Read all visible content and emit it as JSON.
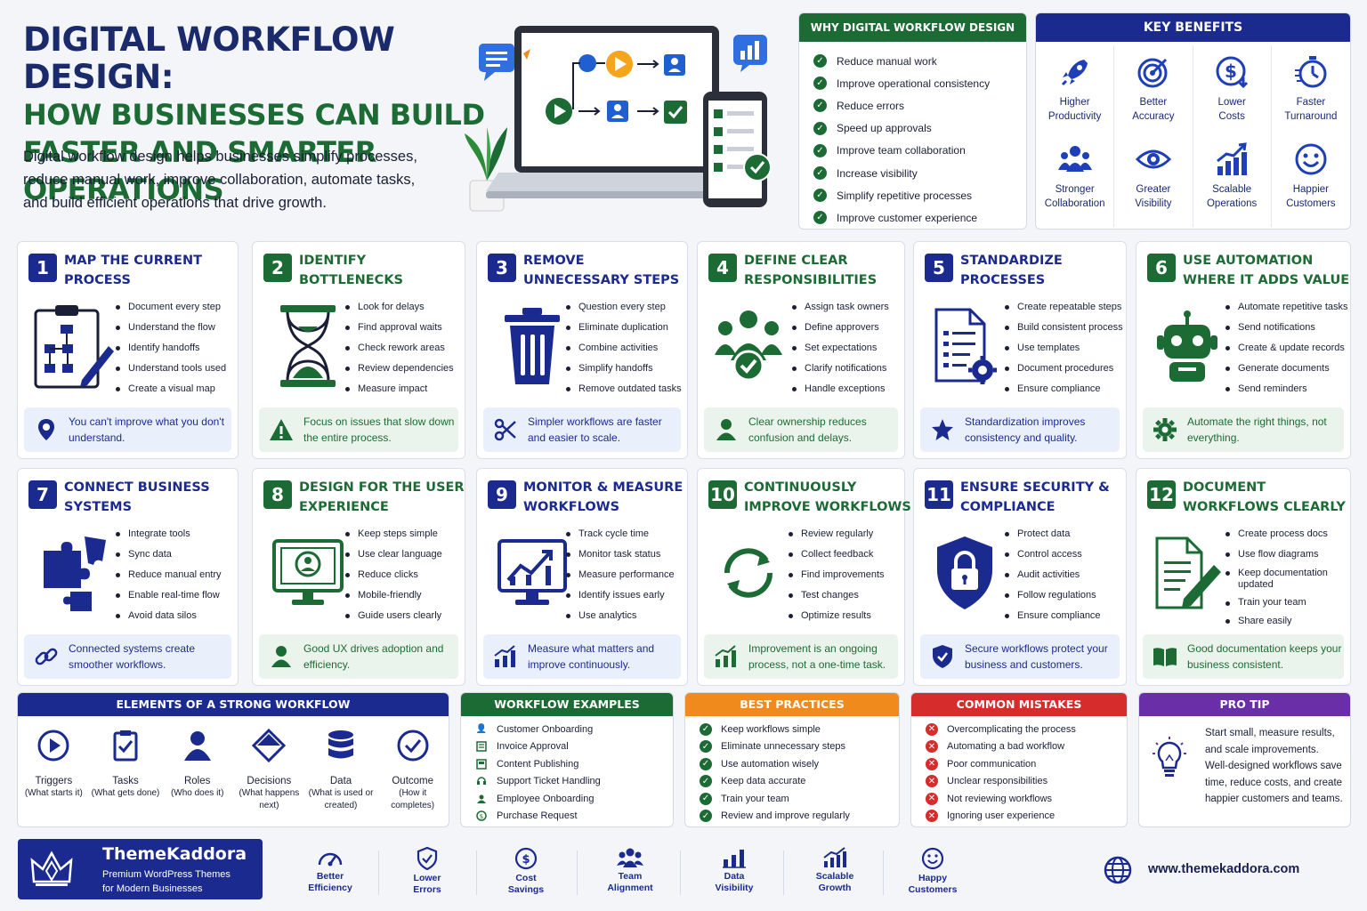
{
  "hero": {
    "title_l1": "DIGITAL WORKFLOW DESIGN:",
    "title_l2": "HOW BUSINESSES CAN BUILD",
    "title_l3": "FASTER AND SMARTER OPERATIONS",
    "description": "Digital workflow design helps businesses simplify processes, reduce manual work, improve collaboration, automate tasks, and build efficient operations that drive growth."
  },
  "why": {
    "title": "WHY DIGITAL WORKFLOW DESIGN MATTERS",
    "items": [
      "Reduce manual work",
      "Improve operational consistency",
      "Reduce errors",
      "Speed up approvals",
      "Improve team collaboration",
      "Increase visibility",
      "Simplify repetitive processes",
      "Improve customer experience"
    ]
  },
  "benefits": {
    "title": "KEY BENEFITS",
    "items": [
      {
        "l1": "Higher",
        "l2": "Productivity",
        "icon": "rocket-icon"
      },
      {
        "l1": "Better",
        "l2": "Accuracy",
        "icon": "target-icon"
      },
      {
        "l1": "Lower",
        "l2": "Costs",
        "icon": "dollar-icon"
      },
      {
        "l1": "Faster",
        "l2": "Turnaround",
        "icon": "stopwatch-icon"
      },
      {
        "l1": "Stronger",
        "l2": "Collaboration",
        "icon": "team-icon"
      },
      {
        "l1": "Greater",
        "l2": "Visibility",
        "icon": "eye-icon"
      },
      {
        "l1": "Scalable",
        "l2": "Operations",
        "icon": "growth-chart-icon"
      },
      {
        "l1": "Happier",
        "l2": "Customers",
        "icon": "smiley-icon"
      }
    ]
  },
  "steps": [
    {
      "num": "1",
      "title": "MAP THE CURRENT PROCESS",
      "items": [
        "Document every step",
        "Understand the flow",
        "Identify handoffs",
        "Understand tools used",
        "Create a visual map"
      ],
      "tip": "You can't improve what you don't understand."
    },
    {
      "num": "2",
      "title": "IDENTIFY BOTTLENECKS",
      "items": [
        "Look for delays",
        "Find approval waits",
        "Check rework areas",
        "Review dependencies",
        "Measure impact"
      ],
      "tip": "Focus on issues that slow down the entire process."
    },
    {
      "num": "3",
      "title": "REMOVE UNNECESSARY STEPS",
      "items": [
        "Question every step",
        "Eliminate duplication",
        "Combine activities",
        "Simplify handoffs",
        "Remove outdated tasks"
      ],
      "tip": "Simpler workflows are faster and easier to scale."
    },
    {
      "num": "4",
      "title": "DEFINE CLEAR RESPONSIBILITIES",
      "items": [
        "Assign task owners",
        "Define approvers",
        "Set expectations",
        "Clarify notifications",
        "Handle exceptions"
      ],
      "tip": "Clear ownership reduces confusion and delays."
    },
    {
      "num": "5",
      "title": "STANDARDIZE PROCESSES",
      "items": [
        "Create repeatable steps",
        "Build consistent process",
        "Use templates",
        "Document procedures",
        "Ensure compliance"
      ],
      "tip": "Standardization improves consistency and quality."
    },
    {
      "num": "6",
      "title": "USE AUTOMATION WHERE IT ADDS VALUE",
      "items": [
        "Automate repetitive tasks",
        "Send notifications",
        "Create & update records",
        "Generate documents",
        "Send reminders"
      ],
      "tip": "Automate the right things, not everything."
    },
    {
      "num": "7",
      "title": "CONNECT BUSINESS SYSTEMS",
      "items": [
        "Integrate tools",
        "Sync data",
        "Reduce manual entry",
        "Enable real-time flow",
        "Avoid data silos"
      ],
      "tip": "Connected systems create smoother workflows."
    },
    {
      "num": "8",
      "title": "DESIGN FOR THE USER EXPERIENCE",
      "items": [
        "Keep steps simple",
        "Use clear language",
        "Reduce clicks",
        "Mobile-friendly",
        "Guide users clearly"
      ],
      "tip": "Good UX drives adoption and efficiency."
    },
    {
      "num": "9",
      "title": "MONITOR & MEASURE WORKFLOWS",
      "items": [
        "Track cycle time",
        "Monitor task status",
        "Measure performance",
        "Identify issues early",
        "Use analytics"
      ],
      "tip": "Measure what matters and improve continuously."
    },
    {
      "num": "10",
      "title": "CONTINUOUSLY IMPROVE WORKFLOWS",
      "items": [
        "Review regularly",
        "Collect feedback",
        "Find improvements",
        "Test changes",
        "Optimize results"
      ],
      "tip": "Improvement is an ongoing process, not a one-time task."
    },
    {
      "num": "11",
      "title": "ENSURE SECURITY & COMPLIANCE",
      "items": [
        "Protect data",
        "Control access",
        "Audit activities",
        "Follow regulations",
        "Ensure compliance"
      ],
      "tip": "Secure workflows protect your business and customers."
    },
    {
      "num": "12",
      "title": "DOCUMENT WORKFLOWS CLEARLY",
      "items": [
        "Create process docs",
        "Use flow diagrams",
        "Keep documentation updated",
        "Train your team",
        "Share easily"
      ],
      "tip": "Good documentation keeps your business consistent."
    }
  ],
  "elements": {
    "title": "ELEMENTS OF A STRONG WORKFLOW",
    "items": [
      {
        "name": "Triggers",
        "sub": "(What starts it)"
      },
      {
        "name": "Tasks",
        "sub": "(What gets done)"
      },
      {
        "name": "Roles",
        "sub": "(Who does it)"
      },
      {
        "name": "Decisions",
        "sub": "(What happens next)"
      },
      {
        "name": "Data",
        "sub": "(What is used or created)"
      },
      {
        "name": "Outcome",
        "sub": "(How it completes)"
      }
    ]
  },
  "examples": {
    "title": "WORKFLOW EXAMPLES",
    "items": [
      "Customer Onboarding",
      "Invoice Approval",
      "Content Publishing",
      "Support Ticket Handling",
      "Employee Onboarding",
      "Purchase Request"
    ]
  },
  "practices": {
    "title": "BEST PRACTICES",
    "items": [
      "Keep workflows simple",
      "Eliminate unnecessary steps",
      "Use automation wisely",
      "Keep data accurate",
      "Train your team",
      "Review and improve regularly"
    ]
  },
  "mistakes": {
    "title": "COMMON MISTAKES",
    "items": [
      "Overcomplicating the process",
      "Automating a bad workflow",
      "Poor communication",
      "Unclear responsibilities",
      "Not reviewing workflows",
      "Ignoring user experience"
    ]
  },
  "protip": {
    "title": "PRO TIP",
    "text1": "Start small, measure results, and scale improvements.",
    "text2": "Well-designed workflows save time, reduce costs, and create happier customers and teams."
  },
  "footer": {
    "brand": "ThemeKaddora",
    "tagline_l1": "Premium WordPress Themes",
    "tagline_l2": "for Modern Businesses",
    "items": [
      {
        "l1": "Better",
        "l2": "Efficiency"
      },
      {
        "l1": "Lower",
        "l2": "Errors"
      },
      {
        "l1": "Cost",
        "l2": "Savings"
      },
      {
        "l1": "Team",
        "l2": "Alignment"
      },
      {
        "l1": "Data",
        "l2": "Visibility"
      },
      {
        "l1": "Scalable",
        "l2": "Growth"
      },
      {
        "l1": "Happy",
        "l2": "Customers"
      }
    ],
    "website": "www.themekaddora.com"
  },
  "colors": {
    "navy": "#1b2a8f",
    "green": "#1d6b34",
    "orange": "#f08a1c",
    "red": "#d62c2c",
    "purple": "#6a2fa8"
  }
}
